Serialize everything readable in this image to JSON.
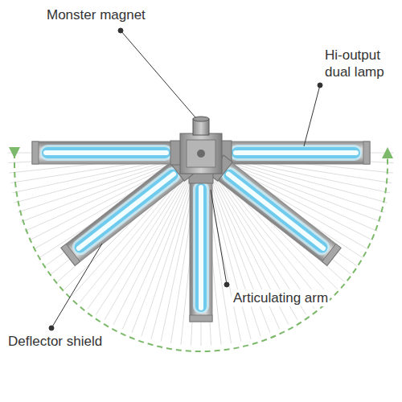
{
  "diagram": {
    "labels": [
      "Monster magnet",
      "Hi-output dual lamp",
      "Articulating arm",
      "Deflector shield"
    ]
  }
}
